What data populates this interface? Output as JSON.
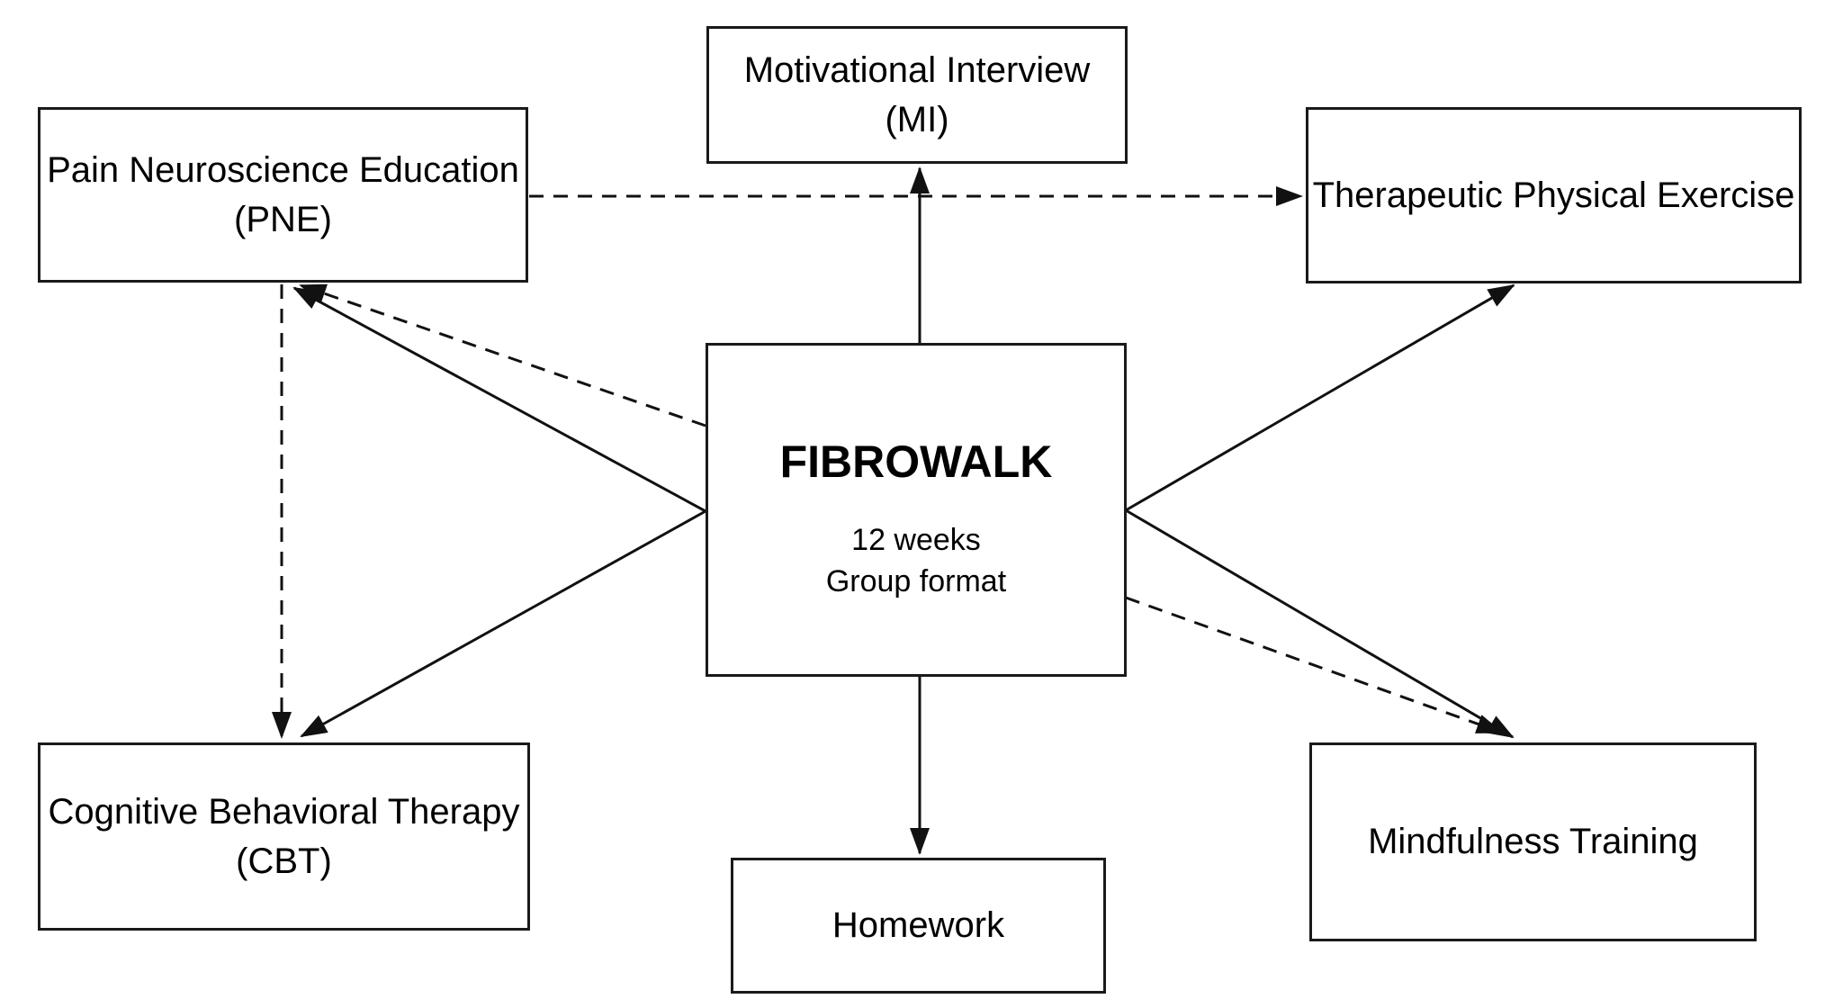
{
  "nodes": {
    "pne": {
      "label": "Pain Neuroscience Education",
      "abbr": "(PNE)"
    },
    "mi": {
      "label": "Motivational Interview",
      "abbr": "(MI)"
    },
    "tpe": {
      "label": "Therapeutic Physical Exercise"
    },
    "fibrowalk": {
      "title": "FIBROWALK",
      "duration": "12 weeks",
      "format": "Group format"
    },
    "cbt": {
      "label": "Cognitive Behavioral Therapy",
      "abbr": "(CBT)"
    },
    "mindfulness": {
      "label": "Mindfulness Training"
    },
    "homework": {
      "label": "Homework"
    }
  },
  "edges": [
    {
      "from": "fibrowalk",
      "to": "mi",
      "style": "solid"
    },
    {
      "from": "pne",
      "to": "tpe",
      "style": "dashed"
    },
    {
      "from": "pne",
      "to": "cbt",
      "style": "dashed"
    },
    {
      "from": "fibrowalk",
      "to": "pne",
      "style": "solid"
    },
    {
      "from": "fibrowalk",
      "to": "pne",
      "style": "dashed"
    },
    {
      "from": "fibrowalk",
      "to": "cbt",
      "style": "solid"
    },
    {
      "from": "fibrowalk",
      "to": "tpe",
      "style": "solid"
    },
    {
      "from": "fibrowalk",
      "to": "mindfulness",
      "style": "solid"
    },
    {
      "from": "fibrowalk",
      "to": "mindfulness",
      "style": "dashed"
    },
    {
      "from": "fibrowalk",
      "to": "homework",
      "style": "solid"
    }
  ],
  "colors": {
    "background": "#ffffff",
    "box_border": "#1a1a1a",
    "line": "#111111",
    "text": "#000000"
  }
}
